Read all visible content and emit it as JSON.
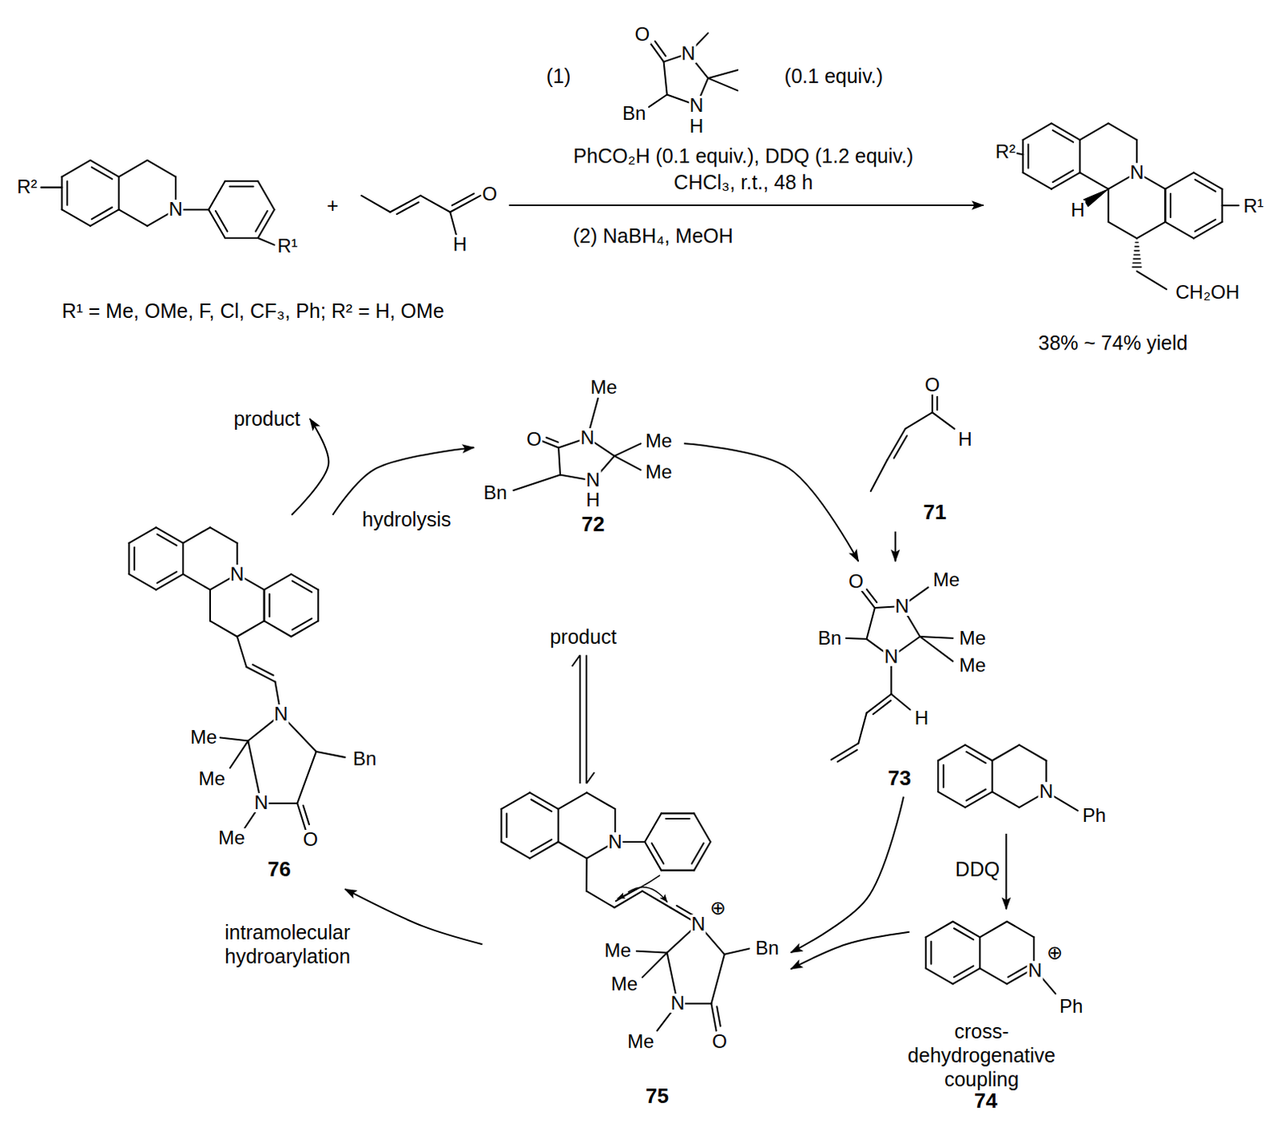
{
  "diagram": {
    "nodes": [
      {
        "text": [
          "R²",
          "N",
          "R¹"
        ]
      },
      {
        "text": [
          "O",
          "H"
        ]
      },
      {
        "text": [
          "O",
          "N",
          "Bn",
          "N",
          "H"
        ]
      },
      {
        "text": [
          "R²",
          "N",
          "H",
          "R¹",
          "CH₂OH"
        ]
      },
      {
        "text": [
          "O",
          "N",
          "Me",
          "Me",
          "Me",
          "Bn",
          "N",
          "H",
          "72"
        ]
      },
      {
        "text": [
          "O",
          "H",
          "71"
        ]
      },
      {
        "text": [
          "O",
          "N",
          "Me",
          "Me",
          "Me",
          "Bn",
          "N",
          "H",
          "73"
        ]
      },
      {
        "text": [
          "N",
          "Ph"
        ]
      },
      {
        "text": [
          "N",
          "⊕",
          "Ph",
          "74"
        ]
      },
      {
        "text": [
          "N",
          "N",
          "⊕",
          "Me",
          "Me",
          "N",
          "Me",
          "O",
          "Bn",
          "75"
        ]
      },
      {
        "text": [
          "N",
          "N",
          "Me",
          "Me",
          "N",
          "Me",
          "O",
          "Bn",
          "76"
        ]
      },
      {
        "text": [
          "product"
        ]
      },
      {
        "text": [
          "product"
        ]
      }
    ],
    "edges": [
      {
        "from": 1,
        "to": 3,
        "arrow": "to"
      },
      {
        "from": 4,
        "to": 6,
        "arrow": "to"
      },
      {
        "from": 5,
        "to": 6,
        "arrow": "to"
      },
      {
        "from": 6,
        "to": 9,
        "arrow": "to"
      },
      {
        "from": 7,
        "to": 8,
        "label": "DDQ",
        "arrow": "to"
      },
      {
        "from": 8,
        "to": 9,
        "arrow": "to"
      },
      {
        "from": 9,
        "to": 10,
        "label": "intramolecular hydroarylation",
        "arrow": "to"
      },
      {
        "from": 10,
        "to": 4,
        "label": "hydrolysis",
        "arrow": "to"
      },
      {
        "from": 10,
        "to": 11,
        "arrow": "to"
      },
      {
        "from": 12,
        "to": 9,
        "arrow": "both"
      }
    ],
    "labels": [
      "+",
      "(1)",
      "(0.1 equiv.)",
      "PhCO₂H (0.1 equiv.), DDQ (1.2 equiv.)",
      "CHCl₃, r.t., 48 h",
      "(2) NaBH₄, MeOH",
      "R¹ = Me, OMe, F, Cl, CF₃, Ph; R² = H, OMe",
      "38% ~ 74% yield",
      "cross-dehydrogenative coupling"
    ]
  }
}
